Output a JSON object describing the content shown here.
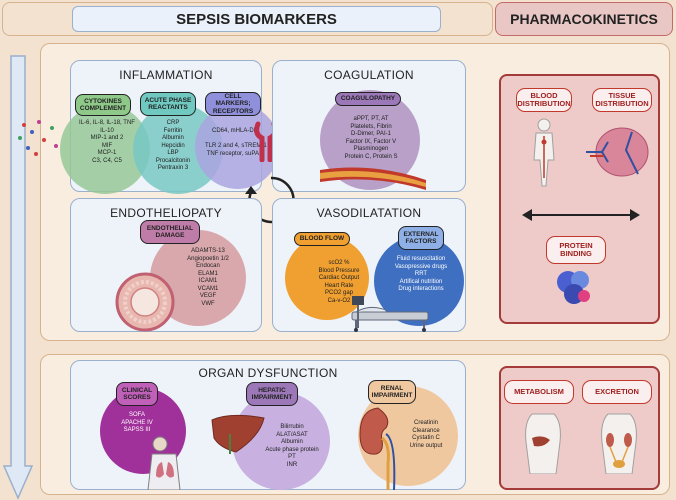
{
  "header": {
    "title": "SEPSIS BIOMARKERS",
    "pk_title": "PHARMACOKINETICS"
  },
  "inflammation": {
    "title": "INFLAMMATION",
    "cytokines": {
      "label": "CYTOKINES COMPLEMENT",
      "items": [
        "IL-6, IL-8, IL-18, TNF",
        "IL-10",
        "MIP-1 and 2",
        "MIF",
        "MCP-1",
        "C3, C4, C5"
      ]
    },
    "acute": {
      "label": "ACUTE PHASE REACTANTS",
      "items": [
        "CRP",
        "Ferritin",
        "Albumin",
        "Hepcidin",
        "LBP",
        "Procalcitonin",
        "Pentraxin 3"
      ]
    },
    "markers": {
      "label": "CELL MARKERS; RECEPTORS",
      "items": [
        "CD64, mHLA-DR",
        "",
        "TLR 2 and 4, sTREM-1",
        "TNF receptor, suPAR"
      ]
    }
  },
  "coagulation": {
    "title": "COAGULATION",
    "label": "COAGULOPATHY",
    "items": [
      "aPPT, PT, AT",
      "Platelets, Fibrin",
      "D-Dimer, PAI-1",
      "Factor IX, Factor V",
      "Plasminogen",
      "Protein C, Protein S"
    ]
  },
  "endotheliopathy": {
    "title": "ENDOTHELIOPATY",
    "label": "ENDOTHELIAL DAMAGE",
    "items": [
      "ADAMTS-13",
      "Angiopoetin 1/2",
      "Endocan",
      "ELAM1",
      "ICAM1",
      "VCAM1",
      "VEGF",
      "VWF"
    ]
  },
  "vasodilatation": {
    "title": "VASODILATATION",
    "blood_flow": {
      "label": "BLOOD FLOW",
      "items": [
        "scO2 %",
        "Blood Pressure",
        "Cardiac Output",
        "Heart Rate",
        "PCO2 gap",
        "Ca-v-O2"
      ]
    },
    "external": {
      "label": "EXTERNAL FACTORS",
      "items": [
        "Fluid resuscitation",
        "Vasopressive drugs",
        "RRT",
        "Artifical nutrition",
        "Drug interactions"
      ]
    }
  },
  "pk_top": {
    "blood_distribution": "BLOOD DISTRIBUTION",
    "tissue_distribution": "TISSUE DISTRIBUTION",
    "protein_binding": "PROTEIN BINDING"
  },
  "organ": {
    "title": "ORGAN DYSFUNCTION",
    "clinical": {
      "label": "CLINICAL SCORES",
      "items": [
        "SOFA",
        "APACHE IV",
        "SAPSS III"
      ]
    },
    "hepatic": {
      "label": "HEPATIC IMPAIRMENT",
      "items": [
        "Bilirrubin",
        "ALAT/ASAT",
        "Albumin",
        "Acute phase protein",
        "PT",
        "INR"
      ]
    },
    "renal": {
      "label": "RENAL IMPAIRMENT",
      "items": [
        "Creatinin",
        "Clearance",
        "Cystatin C",
        "Urine output"
      ]
    }
  },
  "pk_bottom": {
    "metabolism": "METABOLISM",
    "excretion": "EXCRETION"
  },
  "colors": {
    "brand_red": "#c0392b",
    "blue_border": "#9ab0cc",
    "tan_border": "#d7b38d"
  }
}
